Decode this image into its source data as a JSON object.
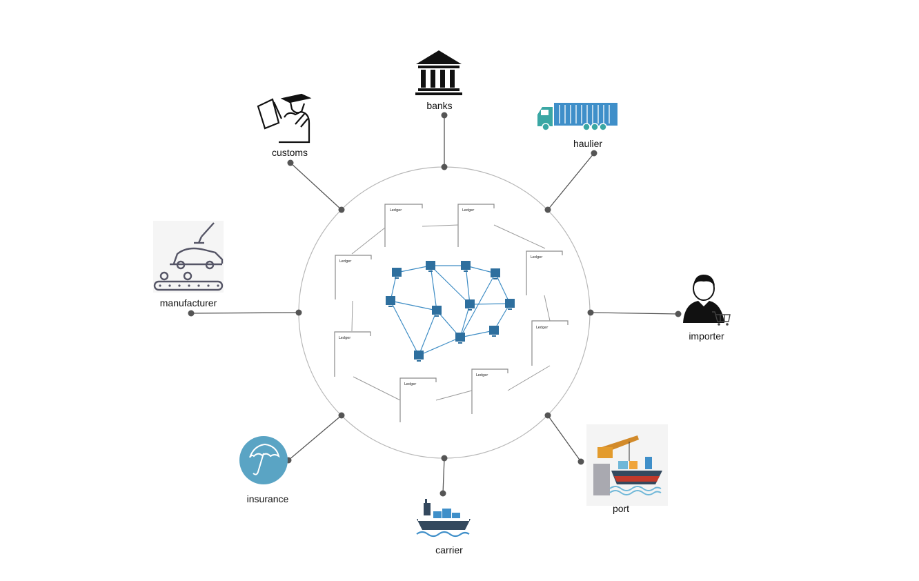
{
  "diagram": {
    "nodes": [
      {
        "id": "banks",
        "label": "banks",
        "icon": "bank-icon"
      },
      {
        "id": "haulier",
        "label": "haulier",
        "icon": "container-truck-icon"
      },
      {
        "id": "importer",
        "label": "importer",
        "icon": "person-with-cart-icon"
      },
      {
        "id": "port",
        "label": "port",
        "icon": "port-crane-ship-icon"
      },
      {
        "id": "carrier",
        "label": "carrier",
        "icon": "cargo-ship-icon"
      },
      {
        "id": "insurance",
        "label": "insurance",
        "icon": "umbrella-icon"
      },
      {
        "id": "manufacturer",
        "label": "manufacturer",
        "icon": "car-assembly-robot-icon"
      },
      {
        "id": "customs",
        "label": "customs",
        "icon": "customs-officer-icon"
      }
    ],
    "ledger_label": "Ledger",
    "colors": {
      "ring": "#b8b8b8",
      "connector": "#555555",
      "dot": "#555555",
      "network_node": "#2e6f9e",
      "network_edge": "#3d8cc4",
      "truck": "#3f8fc9",
      "truck_cab": "#3aa7a4",
      "umbrella_bg": "#5aa4c4"
    }
  }
}
